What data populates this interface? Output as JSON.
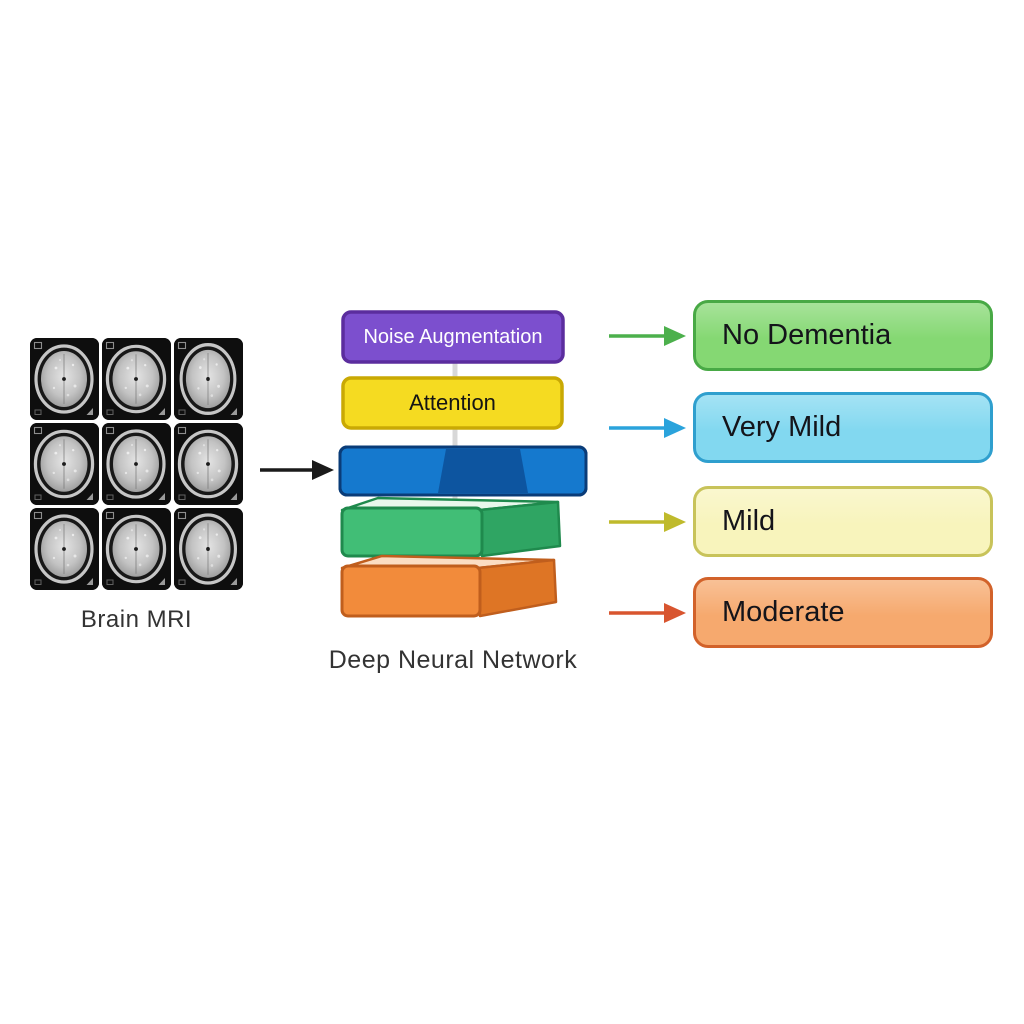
{
  "input": {
    "label": "Brain MRI",
    "grid": {
      "rows": 3,
      "cols": 3
    }
  },
  "network": {
    "label": "Deep Neural Network",
    "spine_color": "#d8d8d8",
    "layers": [
      {
        "name": "noise-augmentation",
        "label": "Noise Augmentation",
        "fill": "#7c4fce",
        "border": "#5b2d9e",
        "text_color": "#ffffff"
      },
      {
        "name": "attention",
        "label": "Attention",
        "fill": "#f5db21",
        "border": "#c9a904",
        "text_color": "#141414"
      },
      {
        "name": "conv-layer-blue",
        "fill": "#1579ce",
        "accent": "#0d55a0",
        "border": "#0a3c78"
      },
      {
        "name": "conv-layer-green",
        "fill": "#41be76",
        "top": "#e8f8ec",
        "side": "#2fa563",
        "border": "#1f8a4d"
      },
      {
        "name": "conv-layer-orange",
        "fill": "#f28b3b",
        "top": "#fbddc2",
        "side": "#de7525",
        "border": "#c05e1d"
      }
    ]
  },
  "main_arrow": {
    "color": "#1a1a1a"
  },
  "outputs": [
    {
      "label": "No Dementia",
      "fill": "#85d873",
      "border": "#48a945",
      "arrow_color": "#4cb04c"
    },
    {
      "label": "Very Mild",
      "fill": "#82d8f0",
      "border": "#2f9fce",
      "arrow_color": "#2aa3dc"
    },
    {
      "label": "Mild",
      "fill": "#f8f4bc",
      "border": "#c8c35a",
      "arrow_color": "#bfba2c"
    },
    {
      "label": "Moderate",
      "fill": "#f6a96e",
      "border": "#d2622a",
      "arrow_color": "#d8552f"
    }
  ]
}
